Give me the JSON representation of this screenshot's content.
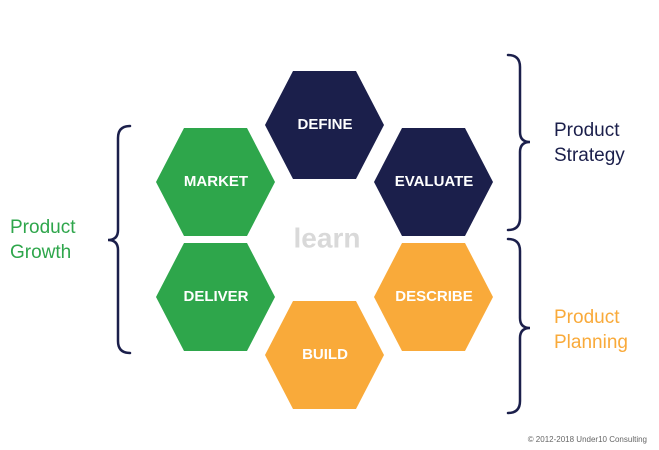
{
  "diagram": {
    "center_label": "learn",
    "hexagons": [
      {
        "id": "define",
        "label": "DEFINE",
        "color": "#1b1f4b"
      },
      {
        "id": "evaluate",
        "label": "EVALUATE",
        "color": "#1b1f4b"
      },
      {
        "id": "describe",
        "label": "DESCRIBE",
        "color": "#f9aa3a"
      },
      {
        "id": "build",
        "label": "BUILD",
        "color": "#f9aa3a"
      },
      {
        "id": "deliver",
        "label": "DELIVER",
        "color": "#2ea64b"
      },
      {
        "id": "market",
        "label": "MARKET",
        "color": "#2ea64b"
      }
    ],
    "groups": {
      "strategy": {
        "line1": "Product",
        "line2": "Strategy",
        "color": "#1b1f4b"
      },
      "planning": {
        "line1": "Product",
        "line2": "Planning",
        "color": "#f9aa3a"
      },
      "growth": {
        "line1": "Product",
        "line2": "Growth",
        "color": "#2ea64b"
      }
    },
    "bracket_color": "#1b1f4b"
  },
  "footer": {
    "copyright": "© 2012-2018 Under10 Consulting"
  }
}
